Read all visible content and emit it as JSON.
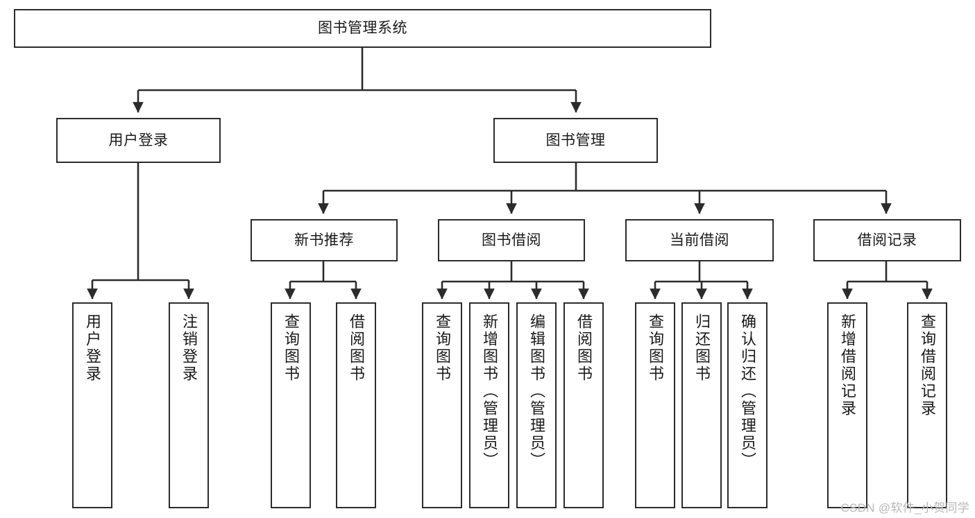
{
  "diagram": {
    "title": "图书管理系统",
    "type": "tree",
    "watermark": "CSDN @软件_小贺同学",
    "colors": {
      "stroke": "#2b2b2b",
      "fill": "#ffffff",
      "text": "#1a1a1a",
      "watermark": "#b9b9b9"
    },
    "nodes": {
      "root": {
        "label": "图书管理系统"
      },
      "level1": [
        {
          "label": "用户登录"
        },
        {
          "label": "图书管理"
        }
      ],
      "level2": [
        {
          "label": "新书推荐"
        },
        {
          "label": "图书借阅"
        },
        {
          "label": "当前借阅"
        },
        {
          "label": "借阅记录"
        }
      ],
      "leaves": {
        "user_login": [
          {
            "label": "用户登录"
          },
          {
            "label": "注销登录"
          }
        ],
        "new_book": [
          {
            "label": "查询图书"
          },
          {
            "label": "借阅图书"
          }
        ],
        "book_borrow": [
          {
            "label": "查询图书"
          },
          {
            "label": "新增图书（管理员）"
          },
          {
            "label": "编辑图书（管理员）"
          },
          {
            "label": "借阅图书"
          }
        ],
        "current_borrow": [
          {
            "label": "查询图书"
          },
          {
            "label": "归还图书"
          },
          {
            "label": "确认归还（管理员）"
          }
        ],
        "borrow_record": [
          {
            "label": "新增借阅记录"
          },
          {
            "label": "查询借阅记录"
          }
        ]
      }
    }
  }
}
